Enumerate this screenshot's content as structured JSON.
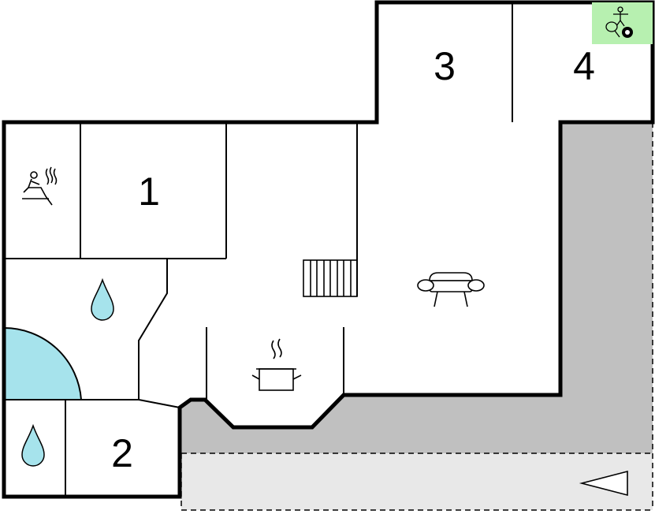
{
  "rooms": {
    "r1": "1",
    "r2": "2",
    "r3": "3",
    "r4": "4"
  },
  "icons": {
    "sauna": "sauna-icon",
    "shower_upper": "water-drop-icon",
    "shower_lower": "water-drop-icon",
    "whirlpool": "whirlpool-icon",
    "stairs": "stairs-icon",
    "sofa": "sofa-icon",
    "kitchen": "cooking-pot-icon",
    "games": "games-icon",
    "entrance": "entrance-arrow-icon"
  },
  "colors": {
    "terrace": "#c0c0c0",
    "driveway": "#e8e8e8",
    "water": "#a6e3ec",
    "games_bg": "#b7f0b0",
    "walls": "#000000"
  }
}
